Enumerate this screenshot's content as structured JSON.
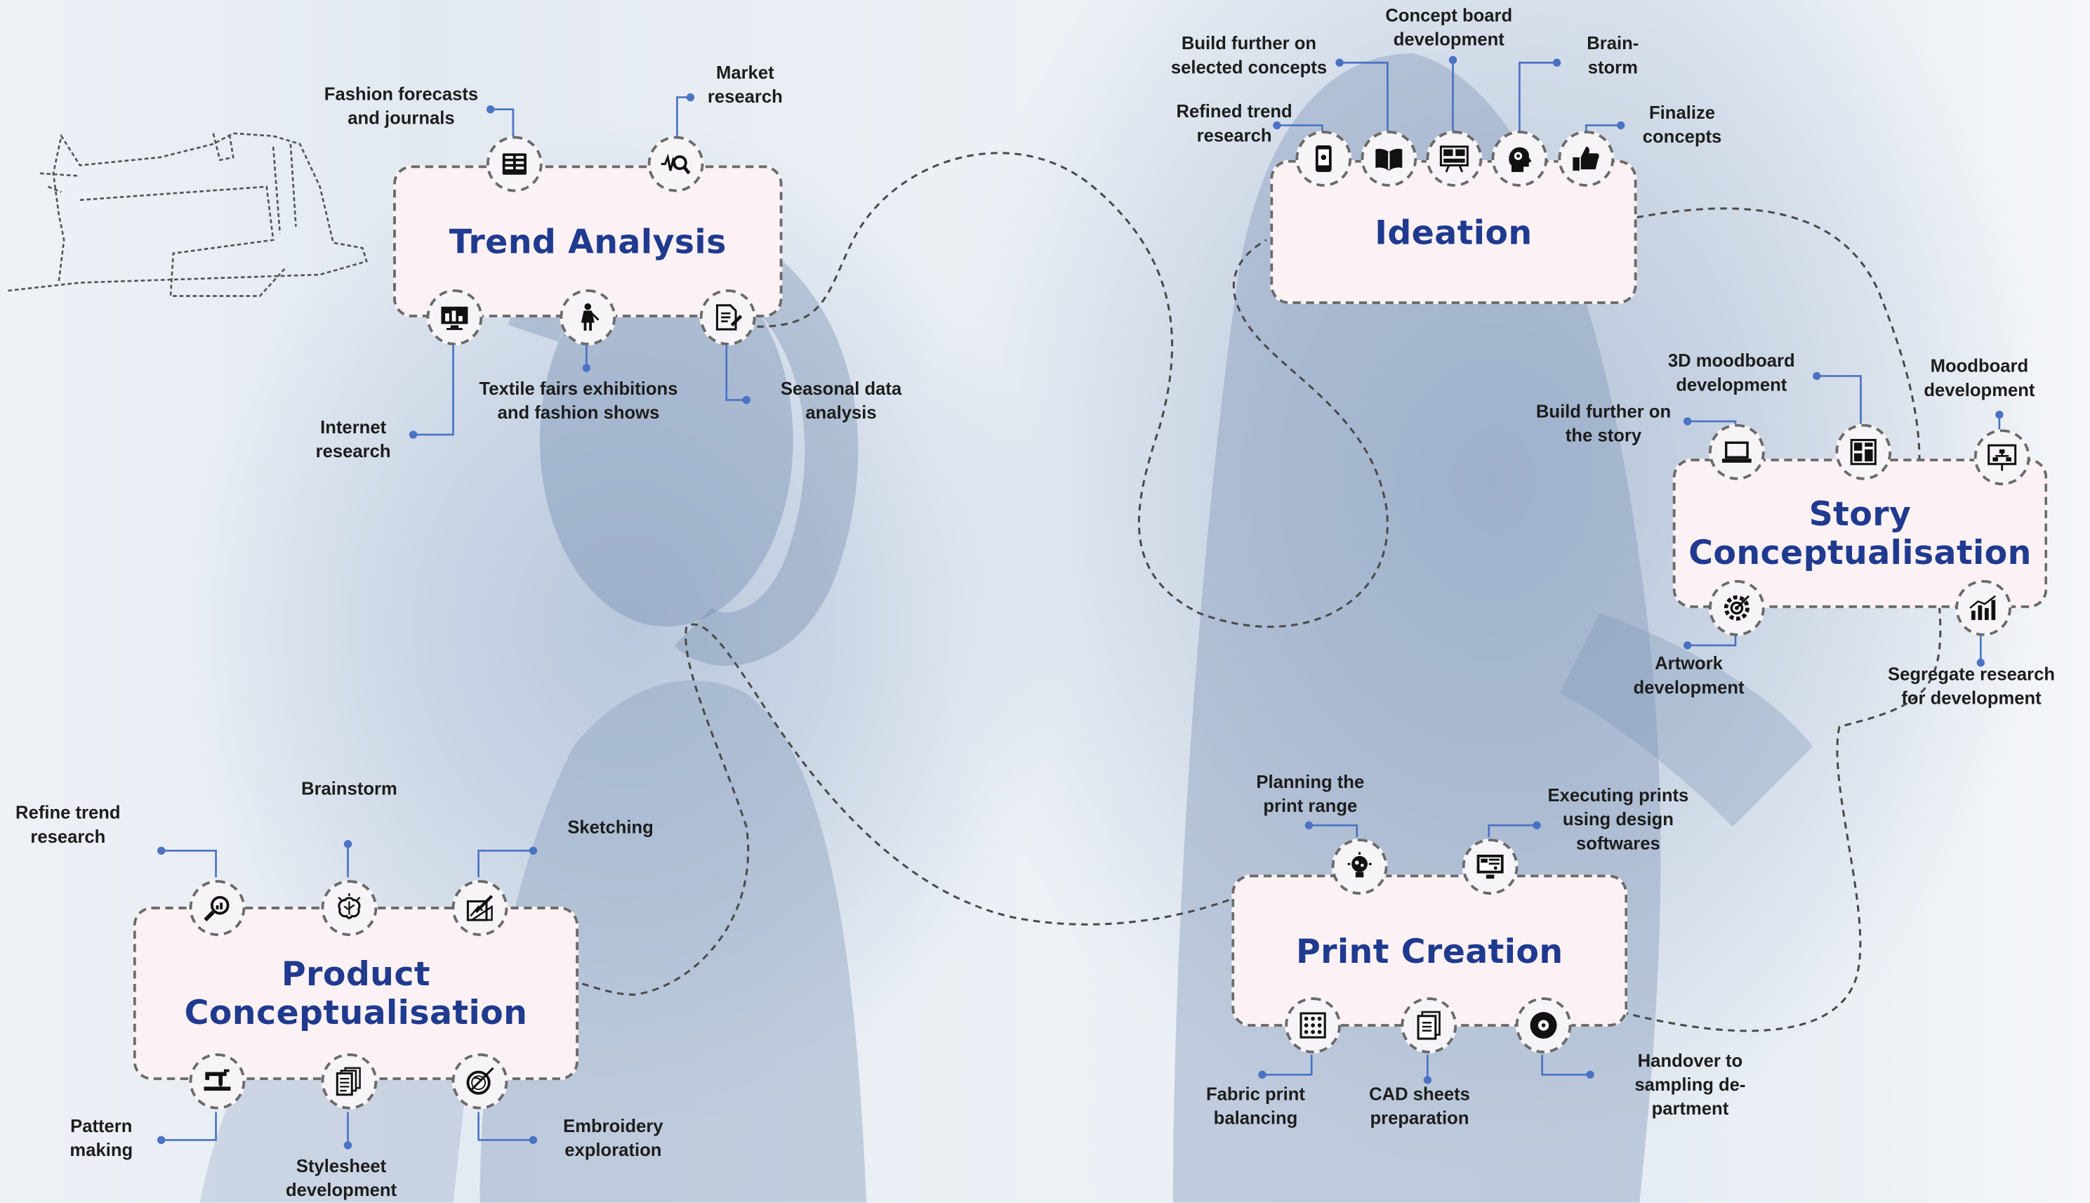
{
  "stages": {
    "trend": {
      "title": "Trend Analysis",
      "items": {
        "fashion_forecasts": "Fashion forecasts\nand journals",
        "market_research": "Market\nresearch",
        "internet_research": "Internet\nresearch",
        "textile_fairs": "Textile fairs exhibitions\nand fashion shows",
        "seasonal_data": "Seasonal data\nanalysis"
      }
    },
    "ideation": {
      "title": "Ideation",
      "items": {
        "build_concepts": "Build further on\nselected concepts",
        "concept_board": "Concept board\ndevelopment",
        "brainstorm": "Brain-\nstorm",
        "refined_trend": "Refined trend\nresearch",
        "finalize": "Finalize\nconcepts"
      }
    },
    "story": {
      "title": "Story\nConceptualisation",
      "items": {
        "moodboard_3d": "3D moodboard\ndevelopment",
        "moodboard": "Moodboard\ndevelopment",
        "build_story": "Build further on\nthe story",
        "artwork": "Artwork\ndevelopment",
        "segregate": "Segregate research\nfor development"
      }
    },
    "print": {
      "title": "Print Creation",
      "items": {
        "planning": "Planning the\nprint range",
        "executing": "Executing prints\nusing design\nsoftwares",
        "fabric_balancing": "Fabric print\nbalancing",
        "cad_sheets": "CAD sheets\npreparation",
        "handover": "Handover to\nsampling de-\npartment"
      }
    },
    "product": {
      "title": "Product\nConceptualisation",
      "items": {
        "refine_trend": "Refine trend\nresearch",
        "brainstorm": "Brainstorm",
        "sketching": "Sketching",
        "pattern": "Pattern\nmaking",
        "stylesheet": "Stylesheet\ndevelopment",
        "embroidery": "Embroidery\nexploration"
      }
    }
  },
  "colors": {
    "title": "#1f3a8f",
    "box_fill": "#fcf1f4",
    "connector": "#4a72c4",
    "dashed_line": "#4a4a4a"
  },
  "icons": {
    "trend": [
      "book-icon",
      "waveform-magnifier-icon",
      "computer-chart-icon",
      "fashion-figure-icon",
      "document-pen-icon"
    ],
    "ideation": [
      "touch-phone-icon",
      "open-book-icon",
      "board-icon",
      "head-gears-icon",
      "thumbs-up-icon"
    ],
    "story": [
      "laptop-icon",
      "grid-board-icon",
      "presentation-icon",
      "gear-target-icon",
      "bar-chart-icon"
    ],
    "print": [
      "bulb-icon",
      "monitor-icon",
      "fabric-swatch-icon",
      "document-sheets-icon",
      "disc-icon"
    ],
    "product": [
      "magnifier-chart-icon",
      "brain-idea-icon",
      "sketch-ruler-icon",
      "sewing-machine-icon",
      "sheets-stack-icon",
      "needle-hoop-icon"
    ]
  }
}
